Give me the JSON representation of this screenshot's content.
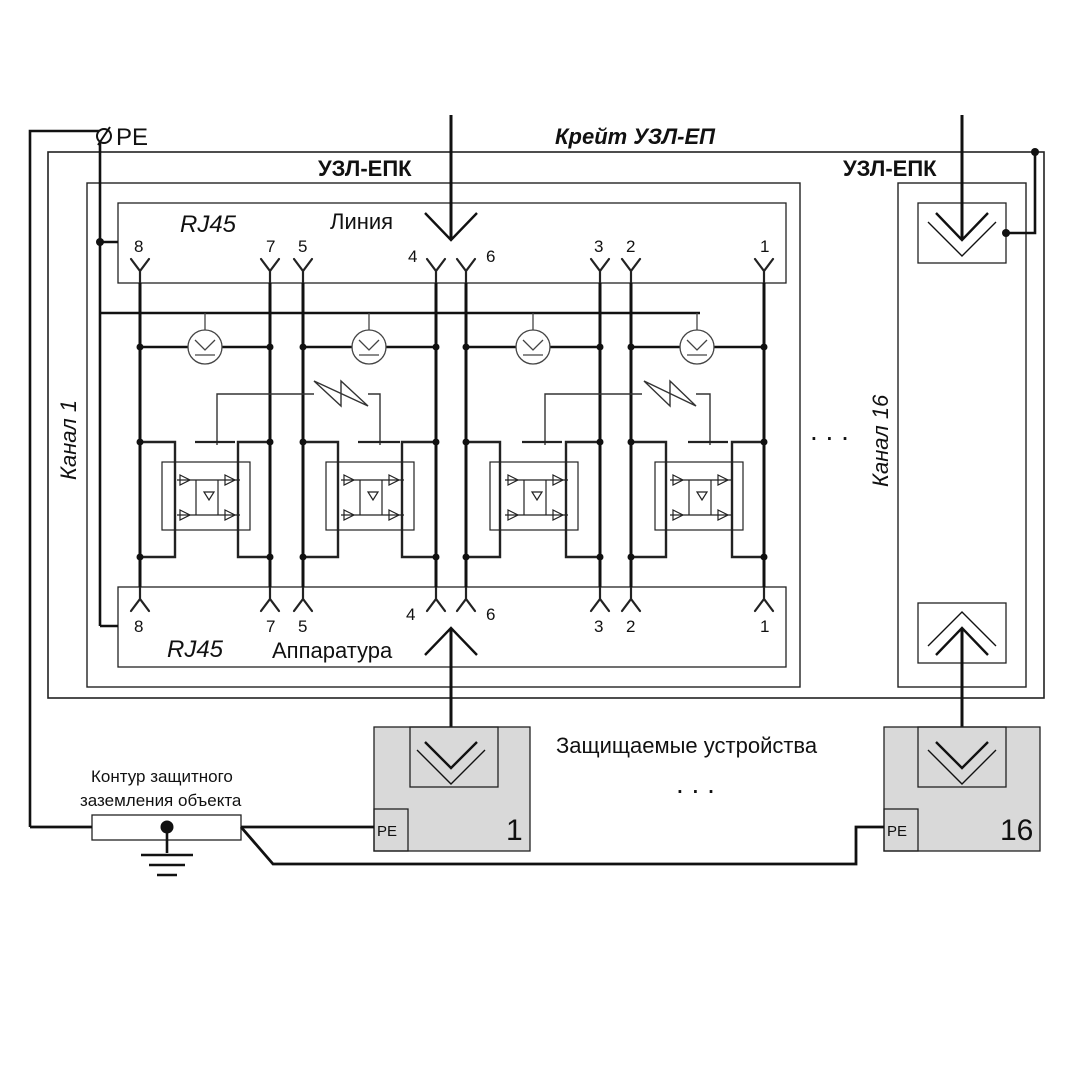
{
  "crate_label": "Крейт УЗЛ-ЕП",
  "pe_label": "PE",
  "module_left": {
    "title": "УЗЛ-ЕПК",
    "channel_label": "Канал 1",
    "line_connector": "RJ45",
    "line_label": "Линия",
    "equip_connector": "RJ45",
    "equip_label": "Аппаратура",
    "pins": [
      "8",
      "7",
      "5",
      "4",
      "6",
      "3",
      "2",
      "1"
    ]
  },
  "module_right": {
    "title": "УЗЛ-ЕПК",
    "channel_label": "Канал 16"
  },
  "ellipsis_module": ". . .",
  "protected_label": "Защищаемые устройства",
  "ellipsis_devices": ". . .",
  "devices": [
    {
      "number": "1",
      "pe": "PE"
    },
    {
      "number": "16",
      "pe": "PE"
    }
  ],
  "ground": {
    "line1": "Контур защитного",
    "line2": "заземления объекта"
  }
}
